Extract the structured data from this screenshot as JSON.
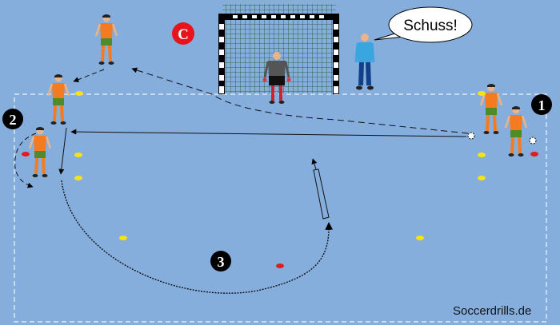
{
  "diagram": {
    "speech_bubble": "Schuss!",
    "coach_marker": "C",
    "station_labels": [
      "1",
      "2",
      "3"
    ],
    "watermark": "Soccerdrills.de"
  },
  "colors": {
    "field": "#85aedd",
    "player_shirt": "#f47b20",
    "player_shorts": "#4f8a2b",
    "keeper_shirt": "#555555",
    "coach_shirt": "#3aa6e0",
    "cone_yellow": "#f7e313",
    "cone_red": "#e21b1b",
    "coach_marker": "#e8141b"
  }
}
